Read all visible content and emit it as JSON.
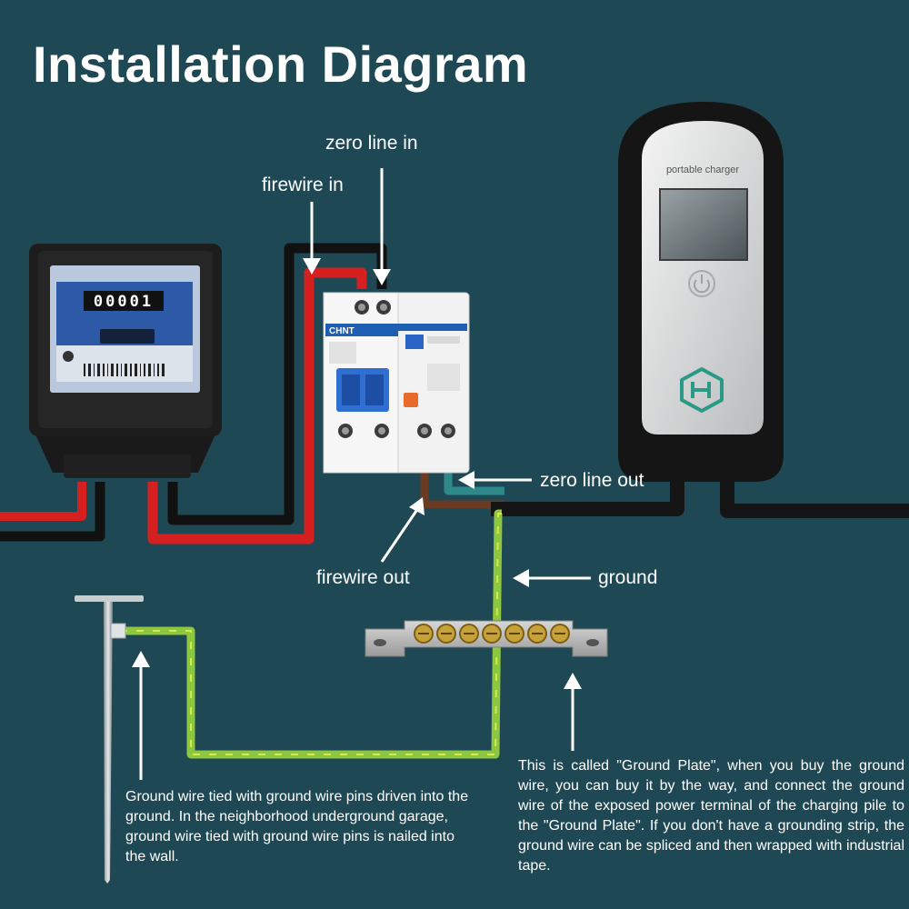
{
  "title": "Installation Diagram",
  "labels": {
    "zero_line_in": "zero line in",
    "firewire_in": "firewire in",
    "zero_line_out": "zero line out",
    "firewire_out": "firewire out",
    "ground": "ground"
  },
  "meter": {
    "reading": "00001"
  },
  "breaker": {
    "brand": "CHNT"
  },
  "charger": {
    "label": "portable charger"
  },
  "notes": {
    "ground_pin": "Ground wire tied with ground wire pins driven into the ground. In the neighborhood underground garage, ground wire tied with ground wire pins is nailed into the wall.",
    "ground_plate": "This is called \"Ground Plate\", when you buy the ground wire, you can buy it by the way, and connect the ground wire of the exposed power terminal of the charging pile to the \"Ground Plate\". If you don't have a grounding strip, the ground wire can be spliced and then wrapped with industrial tape."
  },
  "colors": {
    "background": "#1f4855",
    "fire_wire": "#d62020",
    "zero_wire": "#111111",
    "ground_wire": "#8dc63f",
    "zero_out_wire": "#2e8a8a",
    "fire_out_wire": "#6b3a22"
  }
}
